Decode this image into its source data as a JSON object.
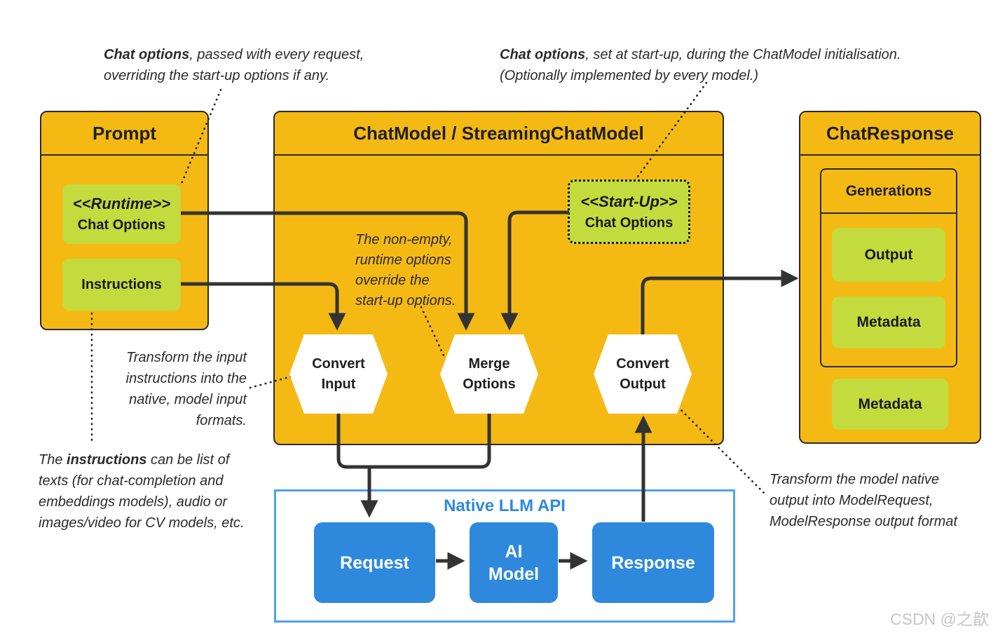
{
  "colors": {
    "panel_orange": "#f5b914",
    "chip_green": "#c3db3c",
    "box_blue": "#2e89dc",
    "native_border_blue": "#4da3e8",
    "edge_dark": "#333333",
    "watermark_gray": "#c6c6c6"
  },
  "annotations": {
    "runtime_note": {
      "bold": "Chat options",
      "rest": ", passed with every  request,",
      "line2": "overriding the start-up options if any."
    },
    "startup_note": {
      "bold": "Chat options",
      "rest": ", set at start-up, during  the ChatModel initialisation.",
      "line2": "(Optionally implemented by every model.)"
    },
    "convert_input_note": {
      "line1": "Transform the input",
      "line2": "instructions into the",
      "line3": "native, model input",
      "line4": "formats."
    },
    "instructions_note": {
      "prefix": "The ",
      "bold": "instructions",
      "rest": " can be list of",
      "line2": "texts (for chat-completion and",
      "line3": "embeddings models), audio or",
      "line4": "images/video for CV models, etc."
    },
    "merge_note": {
      "line1": "The non-empty,",
      "line2": "runtime options",
      "line3": "override the",
      "line4": "start-up options."
    },
    "convert_output_note": {
      "line1": "Transform the model native",
      "line2": "output into ModelRequest,",
      "line3": "ModelResponse output format"
    }
  },
  "prompt": {
    "title": "Prompt",
    "runtime_stereotype": "<<Runtime>>",
    "runtime_label": "Chat Options",
    "instructions_label": "Instructions"
  },
  "chat_model": {
    "title": "ChatModel / StreamingChatModel",
    "startup_stereotype": "<<Start-Up>>",
    "startup_label": "Chat Options",
    "convert_input_line1": "Convert",
    "convert_input_line2": "Input",
    "merge_options_line1": "Merge",
    "merge_options_line2": "Options",
    "convert_output_line1": "Convert",
    "convert_output_line2": "Output"
  },
  "chat_response": {
    "title": "ChatResponse",
    "generations_label": "Generations",
    "output_label": "Output",
    "metadata_inner_label": "Metadata",
    "metadata_outer_label": "Metadata"
  },
  "native_api": {
    "title": "Native LLM API",
    "request_label": "Request",
    "ai_model_line1": "AI",
    "ai_model_line2": "Model",
    "response_label": "Response"
  },
  "watermark": "CSDN @之歆"
}
